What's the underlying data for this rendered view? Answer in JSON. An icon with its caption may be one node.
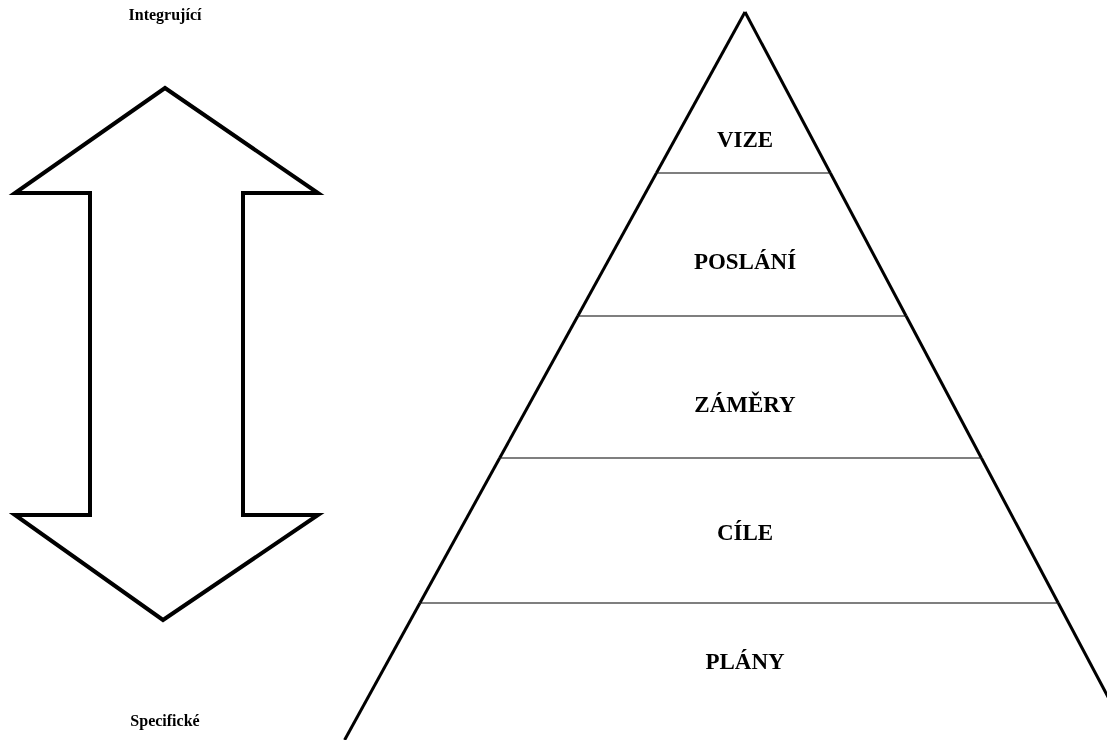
{
  "diagram": {
    "nodes": [
      {
        "text": [
          "VIZE"
        ]
      },
      {
        "text": [
          "POSLÁNÍ"
        ]
      },
      {
        "text": [
          "ZÁMĚRY"
        ]
      },
      {
        "text": [
          "CÍLE"
        ]
      },
      {
        "text": [
          "PLÁNY"
        ]
      }
    ],
    "edges": [],
    "labels": [
      "Integrující",
      "Specifické"
    ]
  }
}
